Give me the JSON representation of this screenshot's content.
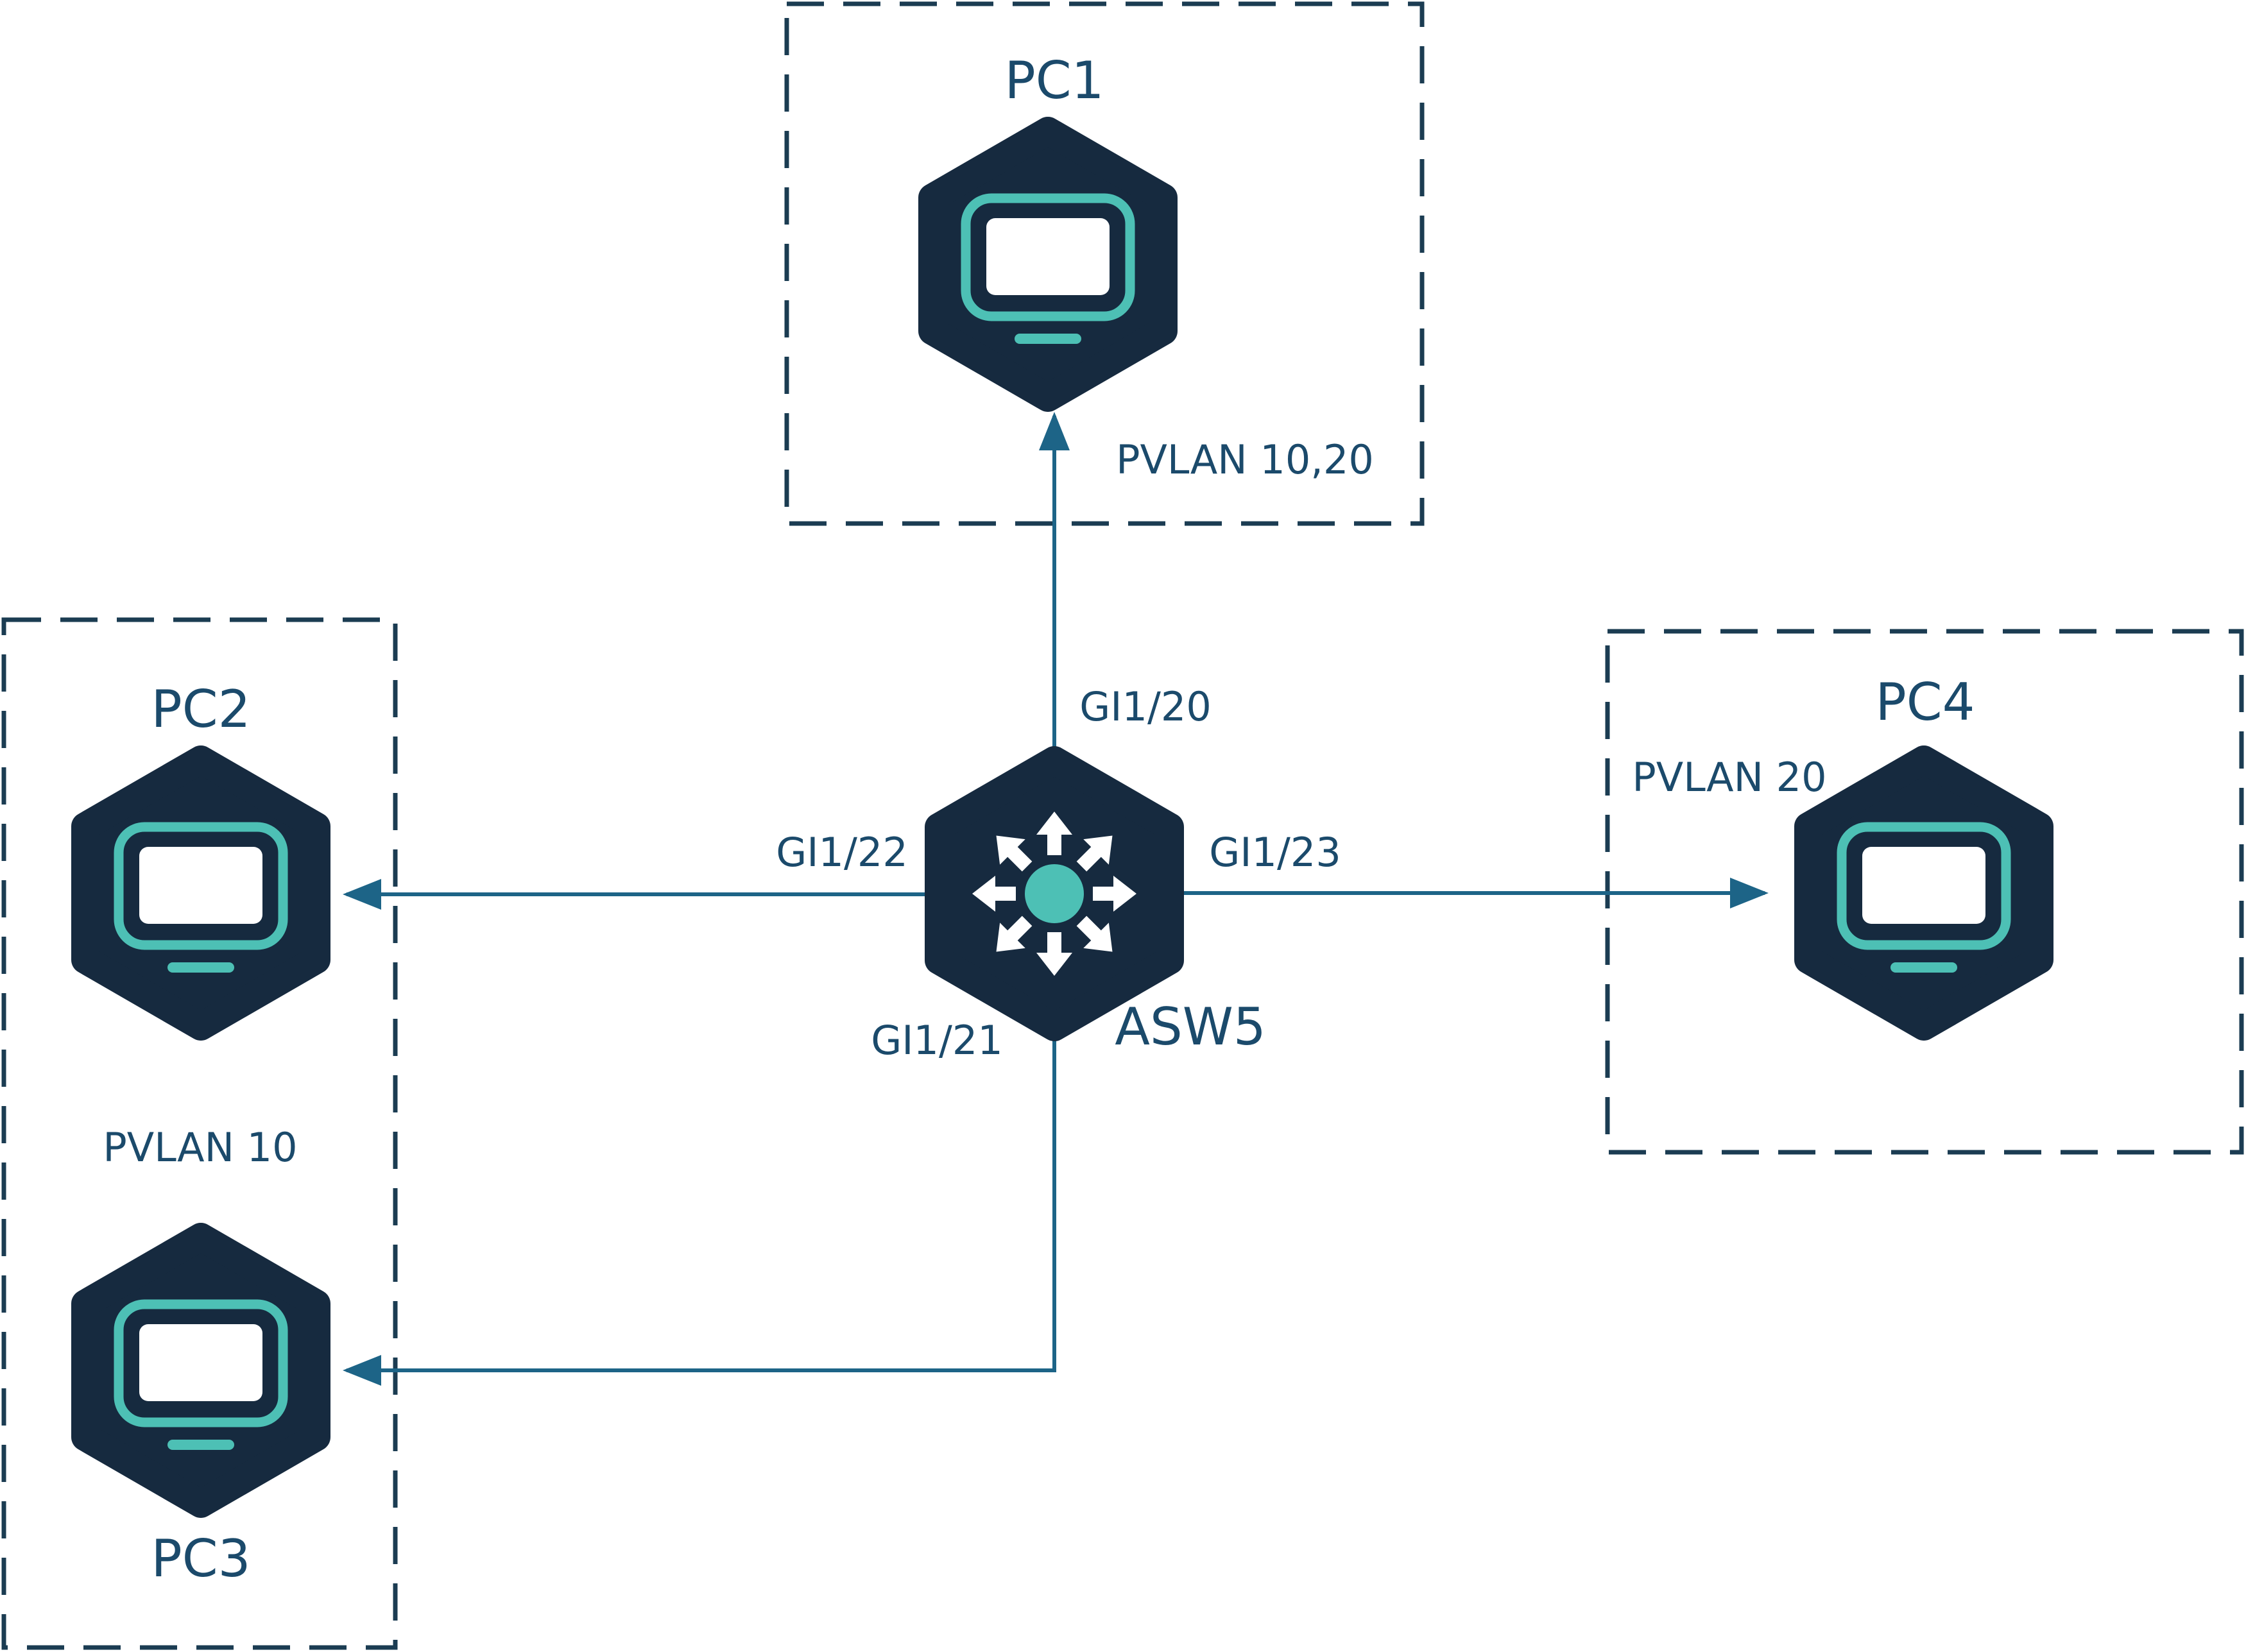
{
  "colors": {
    "icon_bg": "#162a3f",
    "icon_accent": "#4dc0b5",
    "link": "#1d6487",
    "label": "#1b4a6b",
    "zone_border": "#1b3c52"
  },
  "nodes": {
    "pc1": {
      "label": "PC1",
      "icon": "computer-monitor-icon"
    },
    "pc2": {
      "label": "PC2",
      "icon": "computer-monitor-icon"
    },
    "pc3": {
      "label": "PC3",
      "icon": "computer-monitor-icon"
    },
    "pc4": {
      "label": "PC4",
      "icon": "computer-monitor-icon"
    },
    "asw5": {
      "label": "ASW5",
      "icon": "layer3-switch-icon"
    }
  },
  "zones": {
    "top": {
      "label": "PVLAN 10,20"
    },
    "left": {
      "label": "PVLAN 10"
    },
    "right": {
      "label": "PVLAN 20"
    }
  },
  "links": {
    "to_pc1": {
      "port": "GI1/20"
    },
    "to_pc3": {
      "port": "GI1/21"
    },
    "to_pc2": {
      "port": "GI1/22"
    },
    "to_pc4": {
      "port": "GI1/23"
    }
  }
}
